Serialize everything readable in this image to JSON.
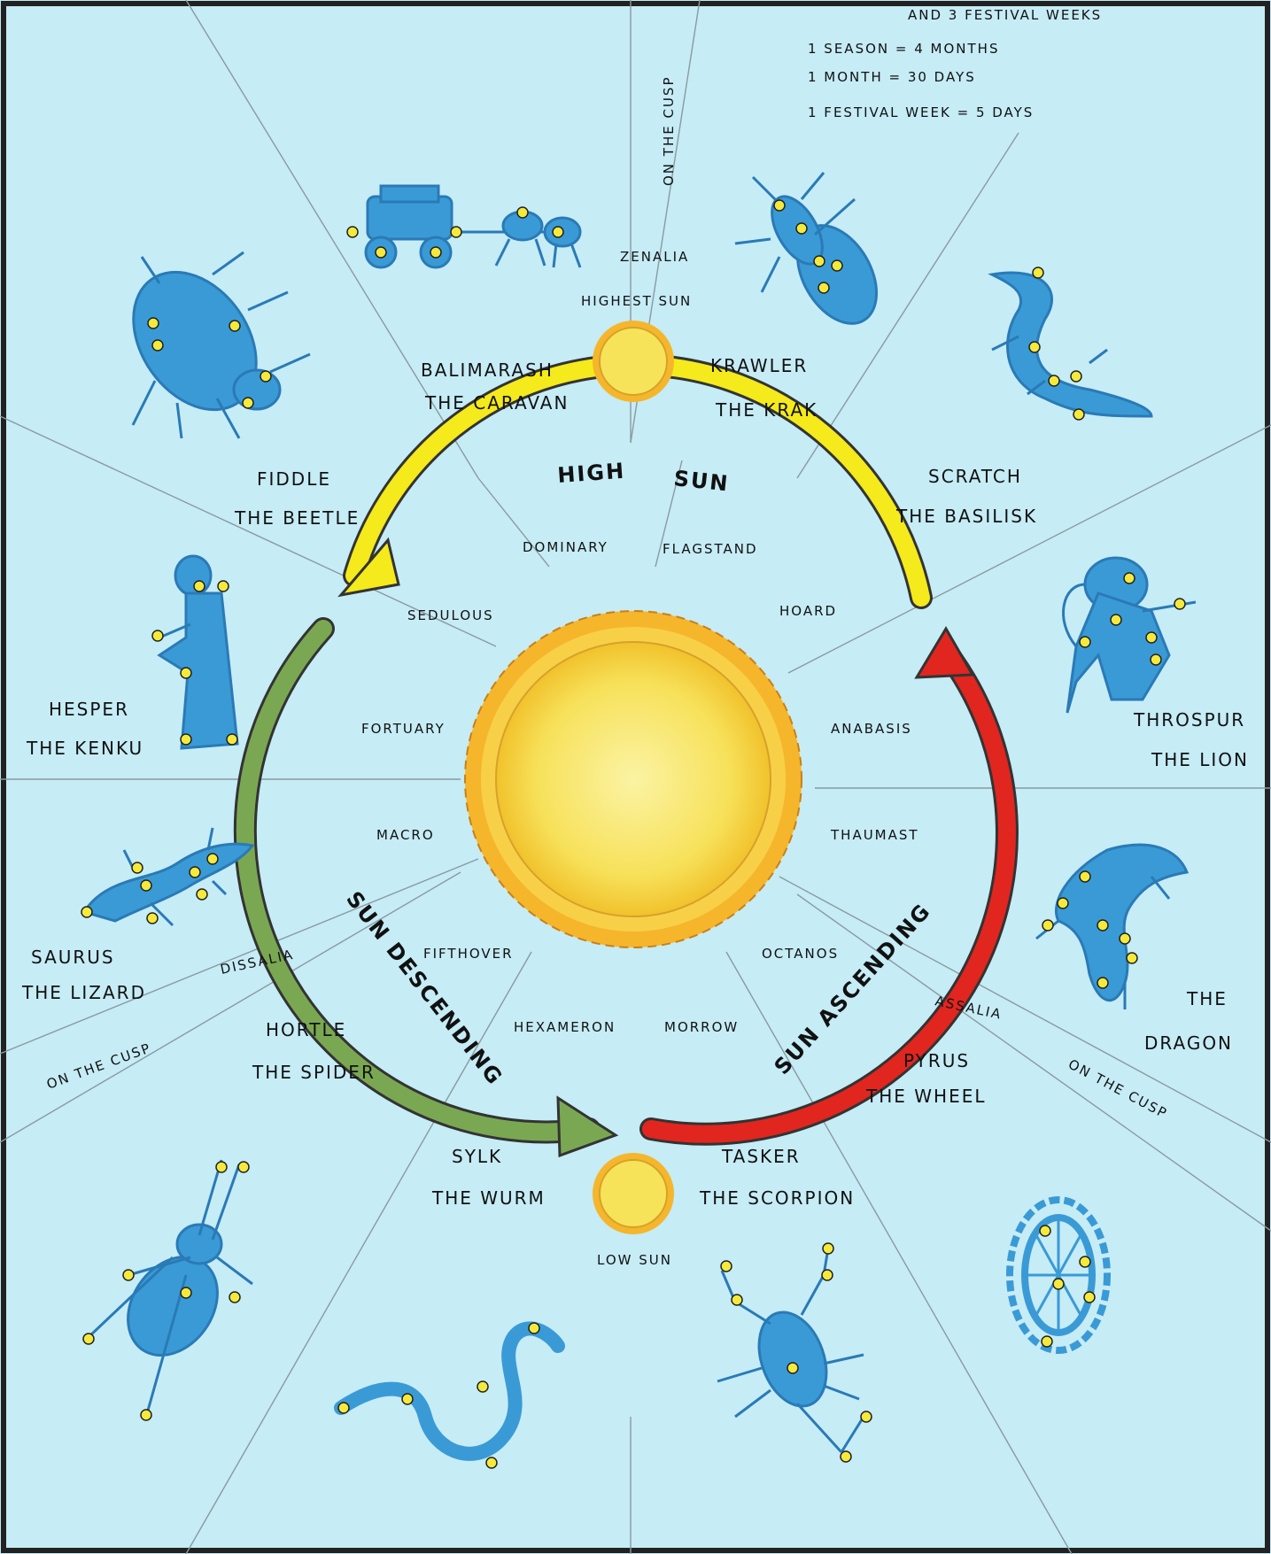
{
  "legend": {
    "line1": "AND 3 FESTIVAL WEEKS",
    "line2": "1 SEASON = 4 MONTHS",
    "line3": "1 MONTH = 30 DAYS",
    "line4": "1 FESTIVAL WEEK = 5 DAYS"
  },
  "markers": {
    "highest_sun": "HIGHEST SUN",
    "low_sun": "LOW SUN",
    "cusp_top": "ON THE CUSP",
    "cusp_left": "ON THE CUSP",
    "cusp_right": "ON THE CUSP"
  },
  "festivals": {
    "top": "ZENALIA",
    "left": "DISSALIA",
    "right": "ASSALIA"
  },
  "arcs": {
    "high_sun_1": "HIGH",
    "high_sun_2": "SUN",
    "descending": "SUN DESCENDING",
    "ascending": "SUN ASCENDING"
  },
  "months": {
    "dominary": "DOMINARY",
    "flagstand": "FLAGSTAND",
    "hoard": "HOARD",
    "anabasis": "ANABASIS",
    "thaumast": "THAUMAST",
    "octanos": "OCTANOS",
    "morrow": "MORROW",
    "hexameron": "HEXAMERON",
    "fifthover": "FIFTHOVER",
    "macro": "MACRO",
    "fortuary": "FORTUARY",
    "sedulous": "SEDULOUS"
  },
  "constellations": {
    "balimarash": [
      "BALIMARASH",
      "THE CARAVAN"
    ],
    "krawler": [
      "KRAWLER",
      "THE KRAK"
    ],
    "scratch": [
      "SCRATCH",
      "THE BASILISK"
    ],
    "throspur": [
      "THROSPUR",
      "THE LION"
    ],
    "dragon": [
      "THE",
      "DRAGON"
    ],
    "pyrus": [
      "PYRUS",
      "THE WHEEL"
    ],
    "tasker": [
      "TASKER",
      "THE SCORPION"
    ],
    "sylk": [
      "SYLK",
      "THE WURM"
    ],
    "hortle": [
      "HORTLE",
      "THE SPIDER"
    ],
    "saurus": [
      "SAURUS",
      "THE LIZARD"
    ],
    "hesper": [
      "HESPER",
      "THE KENKU"
    ],
    "fiddle": [
      "FIDDLE",
      "THE BEETLE"
    ]
  },
  "colors": {
    "background": "#c6ecf6",
    "figure_blue": "#3a9ad6",
    "star_yellow": "#f5ea3c",
    "arc_yellow": "#f4ea1c",
    "arc_green": "#7aa852",
    "arc_red": "#e0261f",
    "sun_core": "#f7e86a",
    "sun_flame": "#f5b62c",
    "ink": "#111111"
  }
}
